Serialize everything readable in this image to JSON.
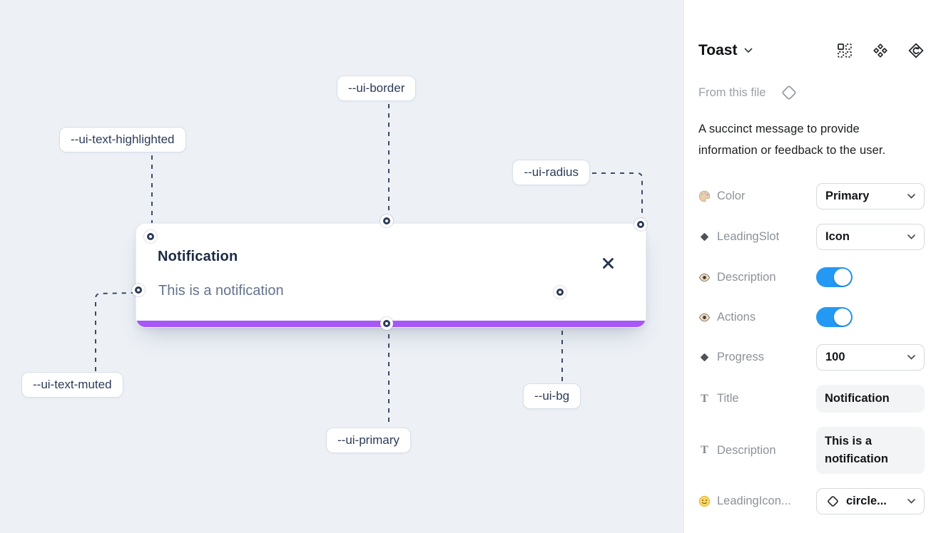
{
  "canvas": {
    "toast": {
      "title": "Notification",
      "description": "This is a notification",
      "progress_percent": 100
    },
    "labels": [
      {
        "text": "--ui-border"
      },
      {
        "text": "--ui-text-highlighted"
      },
      {
        "text": "--ui-radius"
      },
      {
        "text": "--ui-text-muted"
      },
      {
        "text": "--ui-primary"
      },
      {
        "text": "--ui-bg"
      }
    ]
  },
  "panel": {
    "title": "Toast",
    "source_label": "From this file",
    "description": "A succinct message to provide information or feedback to the user.",
    "rows": [
      {
        "label": "Color",
        "value": "Primary",
        "control": "select",
        "icon": "palette-icon"
      },
      {
        "label": "LeadingSlot",
        "value": "Icon",
        "control": "select",
        "icon": "diamond-icon"
      },
      {
        "label": "Description",
        "value": "on",
        "control": "toggle",
        "icon": "eye-icon"
      },
      {
        "label": "Actions",
        "value": "on",
        "control": "toggle",
        "icon": "eye-icon"
      },
      {
        "label": "Progress",
        "value": "100",
        "control": "select",
        "icon": "diamond-icon"
      },
      {
        "label": "Title",
        "value": "Notification",
        "control": "text",
        "icon": "text-icon"
      },
      {
        "label": "Description",
        "value": "This is a notification",
        "control": "text",
        "icon": "text-icon"
      },
      {
        "label": "LeadingIcon...",
        "value": "circle...",
        "control": "icon-select",
        "icon": "smiley-icon"
      }
    ]
  },
  "colors": {
    "primary_purple": "#a558f5",
    "toggle_on_blue": "#2499f3",
    "canvas_bg": "#edf1f6",
    "title_text": "#1b2b44",
    "muted_text": "#64748f"
  }
}
